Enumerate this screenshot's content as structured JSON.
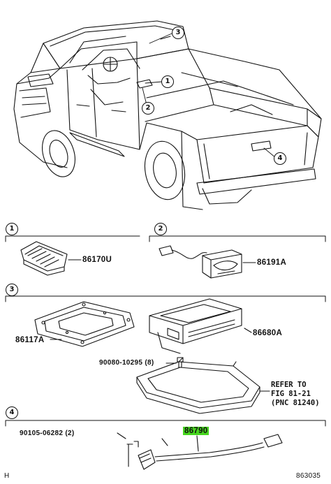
{
  "callouts": [
    {
      "num": "1"
    },
    {
      "num": "2"
    },
    {
      "num": "3"
    },
    {
      "num": "4"
    }
  ],
  "sections": [
    {
      "num": "1",
      "parts": [
        {
          "label": "86170U"
        }
      ]
    },
    {
      "num": "2",
      "parts": [
        {
          "label": "86191A"
        }
      ]
    },
    {
      "num": "3",
      "parts": [
        {
          "label": "86117A"
        },
        {
          "label": "86680A"
        },
        {
          "label": "90080-10295 (8)"
        }
      ]
    },
    {
      "num": "4",
      "parts": [
        {
          "label": "90105-06282 (2)"
        },
        {
          "label": "86790",
          "highlight_color": "#46d61e"
        }
      ]
    }
  ],
  "refer": {
    "line1": "REFER TO",
    "line2": "FIG 81-21",
    "line3": "(PNC 81240)"
  },
  "footer": {
    "left": "H",
    "right": "863035"
  }
}
